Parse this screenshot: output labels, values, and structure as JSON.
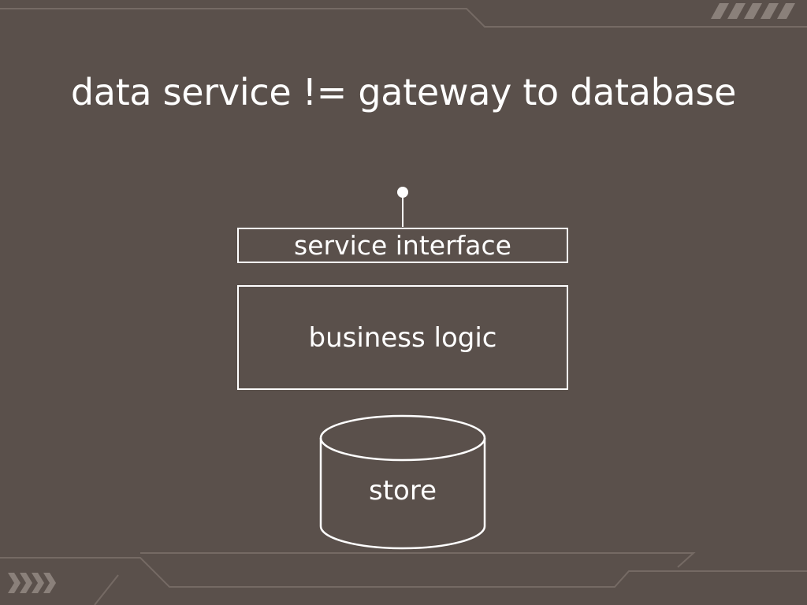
{
  "title": "data service != gateway to database",
  "diagram": {
    "service_interface_label": "service interface",
    "business_logic_label": "business logic",
    "store_label": "store"
  },
  "colors": {
    "background": "#5a504b",
    "foreground": "#ffffff",
    "decoration": "#7a706b"
  }
}
